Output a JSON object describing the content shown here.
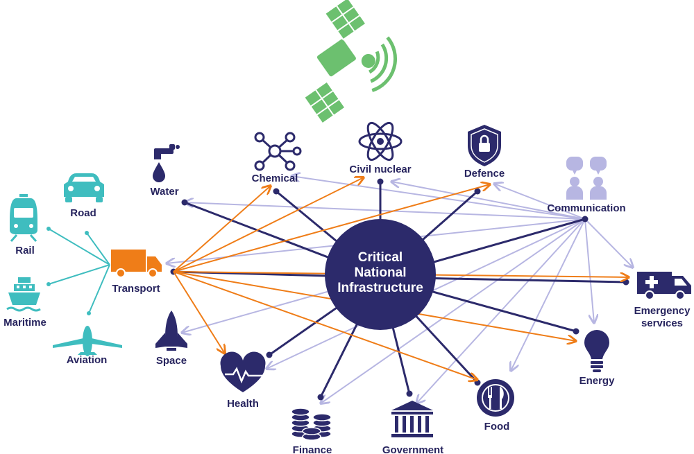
{
  "colors": {
    "navy": "#2c2a6b",
    "orange": "#ef7d18",
    "lavender": "#b7b6e2",
    "teal": "#3fbdbf",
    "green": "#6cc06f",
    "white": "#ffffff"
  },
  "center": {
    "line1": "Critical",
    "line2": "National",
    "line3": "Infrastructure"
  },
  "sectors": {
    "water": "Water",
    "chemical": "Chemical",
    "civil_nuclear": "Civil nuclear",
    "defence": "Defence",
    "communication": "Communication",
    "transport": "Transport",
    "emergency_line1": "Emergency",
    "emergency_line2": "services",
    "energy": "Energy",
    "food": "Food",
    "government": "Government",
    "finance": "Finance",
    "health": "Health",
    "space": "Space"
  },
  "transport_modes": {
    "rail": "Rail",
    "road": "Road",
    "maritime": "Maritime",
    "aviation": "Aviation"
  },
  "icons": {
    "satellite": "satellite-icon",
    "water": "water-tap-icon",
    "chemical": "molecule-icon",
    "civil_nuclear": "atom-icon",
    "defence": "shield-lock-icon",
    "communication": "people-chat-icon",
    "transport": "truck-icon",
    "emergency": "ambulance-icon",
    "energy": "lightbulb-icon",
    "food": "plate-cutlery-icon",
    "government": "building-columns-icon",
    "finance": "coin-stacks-icon",
    "health": "heart-pulse-icon",
    "space": "space-shuttle-icon",
    "rail": "train-icon",
    "road": "car-icon",
    "maritime": "ship-icon",
    "aviation": "airplane-icon"
  }
}
